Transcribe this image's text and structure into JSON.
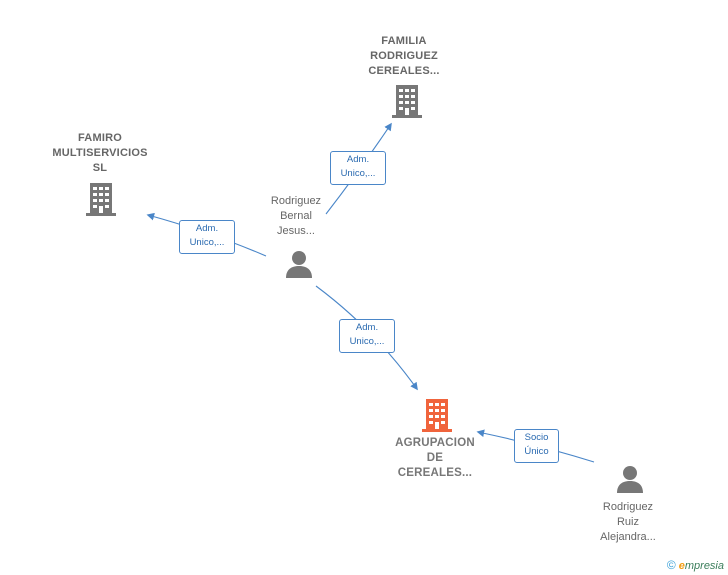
{
  "nodes": {
    "familia": {
      "label": [
        "FAMILIA",
        "RODRIGUEZ",
        "CEREALES..."
      ],
      "type": "company"
    },
    "famiro": {
      "label": [
        "FAMIRO",
        "MULTISERVICIOS",
        "SL"
      ],
      "type": "company"
    },
    "agrupacion": {
      "label": [
        "AGRUPACION",
        "DE",
        "CEREALES..."
      ],
      "type": "company-main"
    },
    "rodriguez_bernal": {
      "label": [
        "Rodriguez",
        "Bernal",
        "Jesus..."
      ],
      "type": "person"
    },
    "rodriguez_ruiz": {
      "label": [
        "Rodriguez",
        "Ruiz",
        "Alejandra..."
      ],
      "type": "person"
    }
  },
  "edges": {
    "to_familia": {
      "label": [
        "Adm.",
        "Unico,..."
      ]
    },
    "to_famiro": {
      "label": [
        "Adm.",
        "Unico,..."
      ]
    },
    "to_agrupacion": {
      "label": [
        "Adm.",
        "Unico,..."
      ]
    },
    "ruiz_to_agrupacion": {
      "label": [
        "Socio",
        "Único"
      ]
    }
  },
  "colors": {
    "company": "#777777",
    "company_main": "#f0643c",
    "person": "#777777",
    "edge": "#4a86c8"
  },
  "icons": {
    "company": "building-icon",
    "person": "person-icon"
  },
  "brand": {
    "copyright": "©",
    "e": "e",
    "name": "mpresia"
  }
}
